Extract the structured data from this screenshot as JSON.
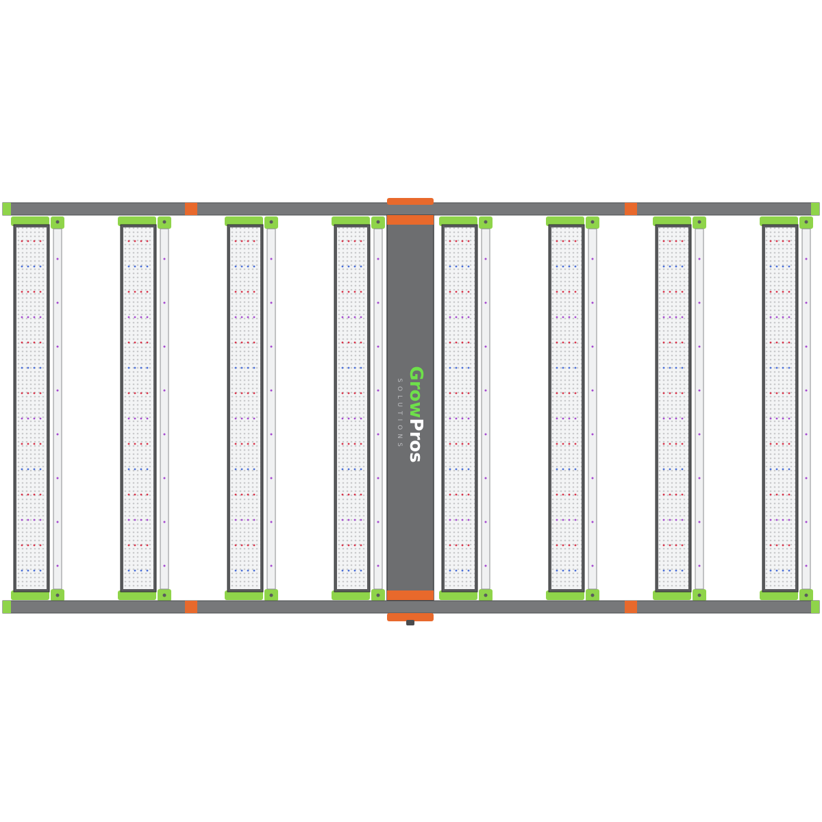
{
  "product": {
    "brand_word_1": "Grow",
    "brand_word_2": "Pros",
    "brand_tagline": "SOLUTIONS",
    "light_bar_count": 8
  },
  "colors": {
    "background": "#ffffff",
    "frame_gray": "#77787a",
    "frame_dark": "#5a5b5d",
    "accent_green": "#8fd44a",
    "accent_orange": "#e8692c",
    "driver_gray": "#6d6e70",
    "led_board": "#f3f4f5",
    "led_dot": "#c9cacc",
    "led_red": "#d8344a",
    "led_blue": "#4a6fd8",
    "led_purple": "#a64ad0",
    "logo_green": "#6ee04a",
    "logo_gray": "#bcbdc0"
  },
  "icons": {
    "mount_clip": "mount-clip-icon",
    "connector": "connector-icon"
  }
}
